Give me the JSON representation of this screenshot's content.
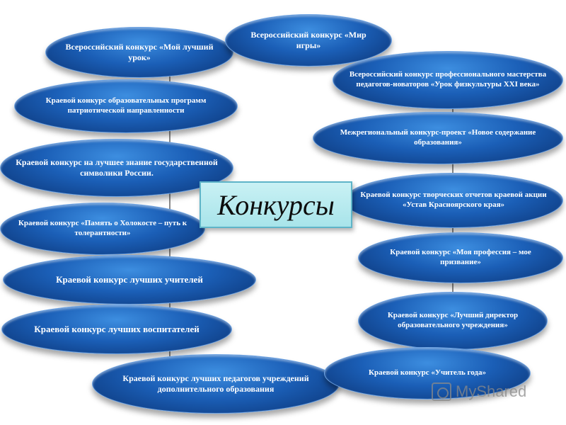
{
  "center_title": "Конкурсы",
  "left_ovals": [
    "Всероссийский конкурс «Мой лучший урок»",
    "Краевой конкурс образовательных программ патриотической направленности",
    "Краевой конкурс на лучшее знание государственной символики России.",
    "Краевой конкурс «Память о Холокосте – путь к толерантности»",
    "Краевой конкурс лучших учителей",
    "Краевой конкурс лучших воспитателей",
    "Краевой конкурс лучших педагогов учреждений дополнительного образования"
  ],
  "top_oval": "Всероссийский конкурс «Мир игры»",
  "right_ovals": [
    "Всероссийский конкурс профессионального мастерства педагогов-новаторов «Урок физкультуры XXI века»",
    "Межрегиональный конкурс-проект «Новое содержание образования»",
    "Краевой конкурс творческих отчетов краевой акции «Устав Красноярского края»",
    "Краевой конкурс «Моя профессия – мое призвание»",
    "Краевой конкурс «Лучший директор образовательного учреждения»",
    "Краевой конкурс «Учитель года»"
  ],
  "watermark": "MyShared",
  "colors": {
    "oval": "#1b5fb7",
    "center_box": "#b4e9ee"
  }
}
